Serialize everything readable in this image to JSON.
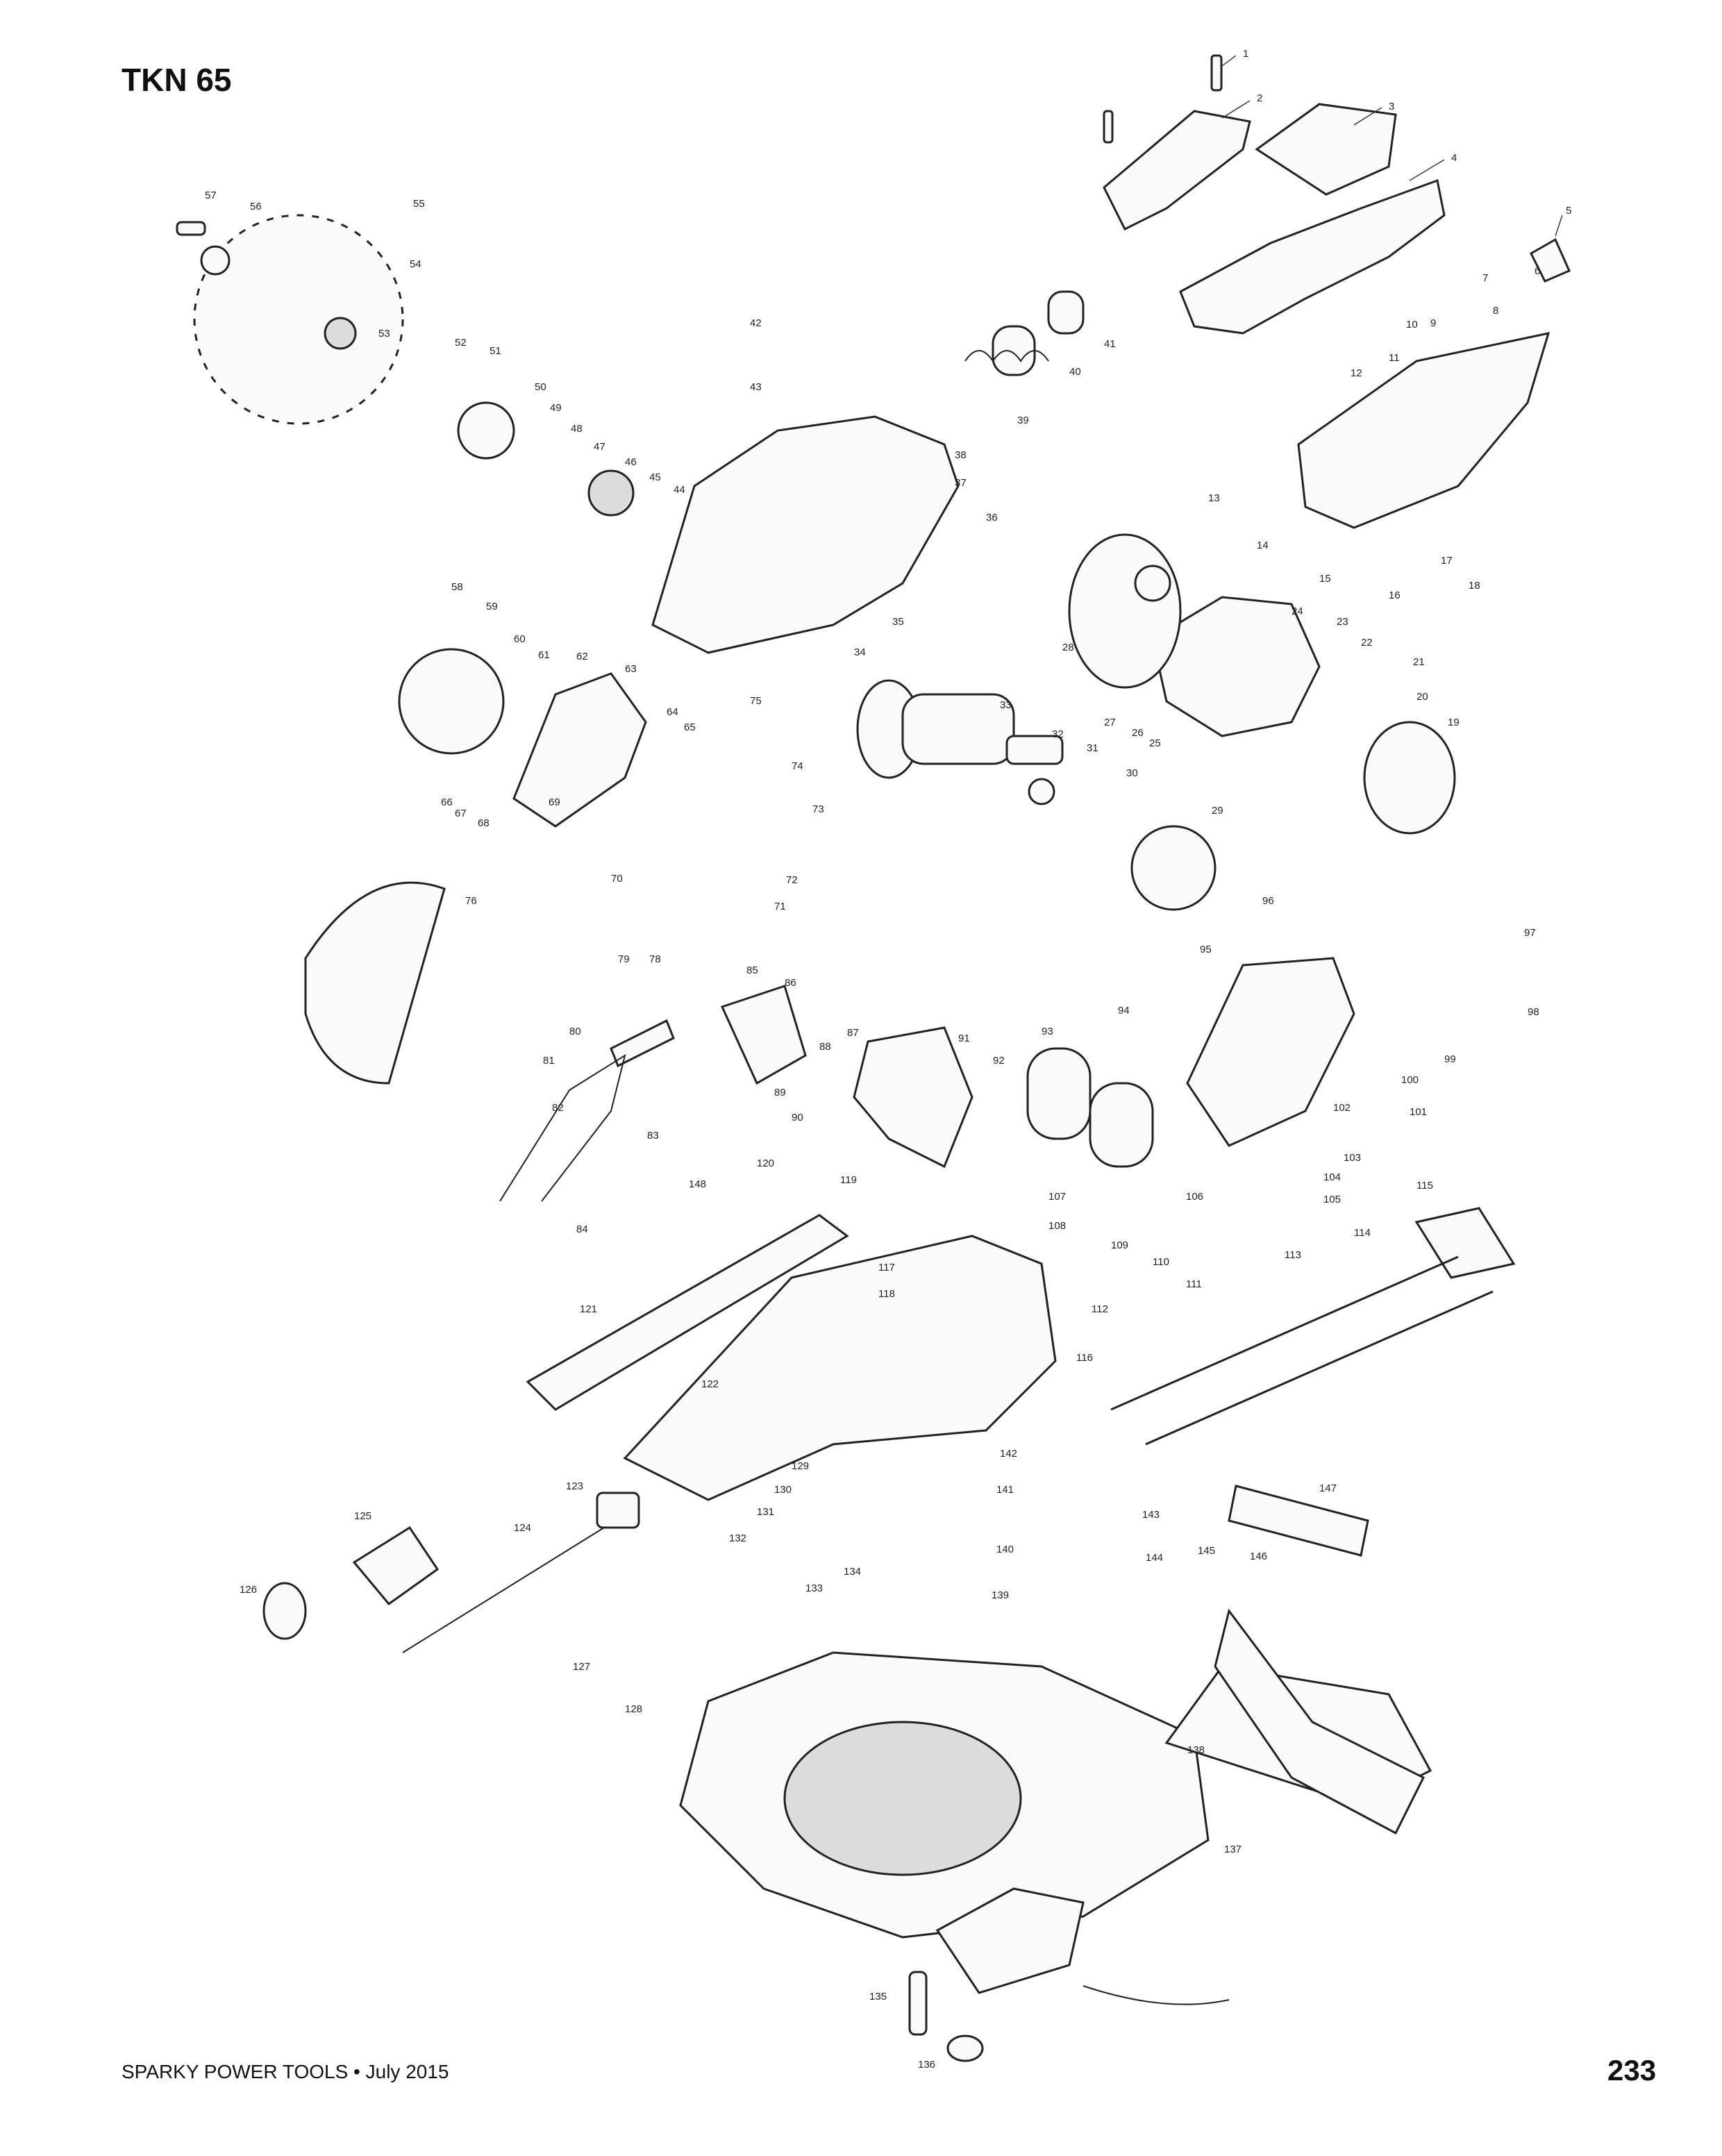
{
  "page": {
    "title": "TKN 65",
    "footer": {
      "brand": "SPARKY POWER TOOLS",
      "date": "July 2015",
      "separator": "•"
    },
    "page_number": "233"
  },
  "diagram": {
    "type": "exploded-parts-view",
    "callouts": [
      "1",
      "2",
      "3",
      "4",
      "5",
      "6",
      "7",
      "8",
      "9",
      "10",
      "11",
      "12",
      "13",
      "14",
      "15",
      "16",
      "17",
      "18",
      "19",
      "20",
      "21",
      "22",
      "23",
      "24",
      "25",
      "26",
      "27",
      "28",
      "29",
      "30",
      "31",
      "32",
      "33",
      "34",
      "35",
      "36",
      "37",
      "38",
      "39",
      "40",
      "41",
      "42",
      "43",
      "44",
      "45",
      "46",
      "47",
      "48",
      "49",
      "50",
      "51",
      "52",
      "53",
      "54",
      "55",
      "56",
      "57",
      "58",
      "59",
      "60",
      "61",
      "62",
      "63",
      "64",
      "65",
      "66",
      "67",
      "68",
      "69",
      "70",
      "71",
      "72",
      "73",
      "74",
      "75",
      "76",
      "78",
      "79",
      "80",
      "81",
      "82",
      "83",
      "84",
      "85",
      "86",
      "87",
      "88",
      "89",
      "90",
      "91",
      "92",
      "93",
      "94",
      "95",
      "96",
      "97",
      "98",
      "99",
      "100",
      "101",
      "102",
      "103",
      "104",
      "105",
      "106",
      "107",
      "108",
      "109",
      "110",
      "111",
      "112",
      "113",
      "114",
      "115",
      "116",
      "117",
      "118",
      "119",
      "120",
      "121",
      "122",
      "123",
      "124",
      "125",
      "126",
      "127",
      "128",
      "129",
      "130",
      "131",
      "132",
      "133",
      "134",
      "135",
      "136",
      "137",
      "138",
      "139",
      "140",
      "141",
      "142",
      "143",
      "144",
      "145",
      "146",
      "147",
      "148"
    ]
  }
}
